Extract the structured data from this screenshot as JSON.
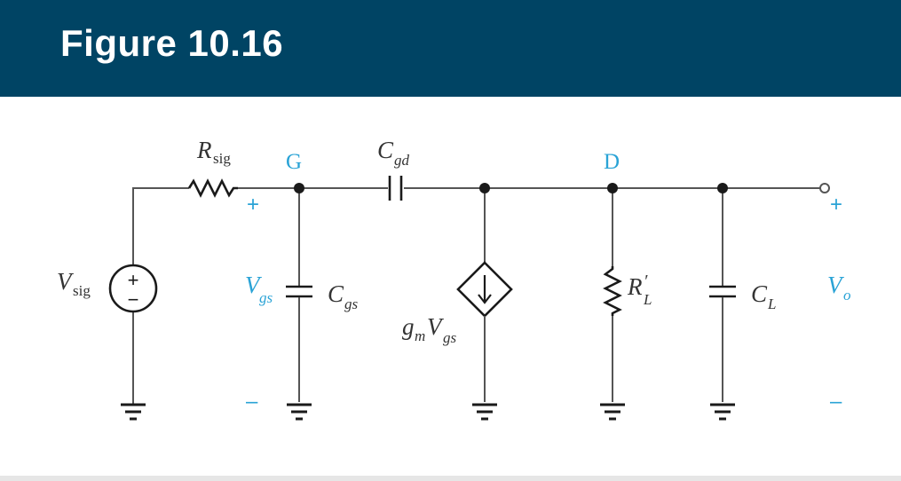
{
  "header": {
    "title": "Figure 10.16"
  },
  "diagram": {
    "colors": {
      "header_bg": "#004464",
      "node_label": "#2aa3d6",
      "wire": "#555555"
    },
    "nodes": {
      "gate": "G",
      "drain": "D"
    },
    "source": {
      "main": "V",
      "sub": "sig",
      "plus": "+",
      "minus": "−"
    },
    "resistor_sig": {
      "main": "R",
      "sub": "sig"
    },
    "cap_gd": {
      "main": "C",
      "sub": "gd"
    },
    "cap_gs": {
      "main": "C",
      "sub": "gs"
    },
    "vgs": {
      "main": "V",
      "sub": "gs",
      "plus": "+",
      "minus": "–"
    },
    "dependent_source": {
      "g": "g",
      "m": "m",
      "V": "V",
      "gs": "gs"
    },
    "load_resistor": {
      "main": "R",
      "prime": "′",
      "sub": "L"
    },
    "cap_l": {
      "main": "C",
      "sub": "L"
    },
    "output": {
      "main": "V",
      "sub": "o",
      "plus": "+",
      "minus": "–"
    }
  }
}
